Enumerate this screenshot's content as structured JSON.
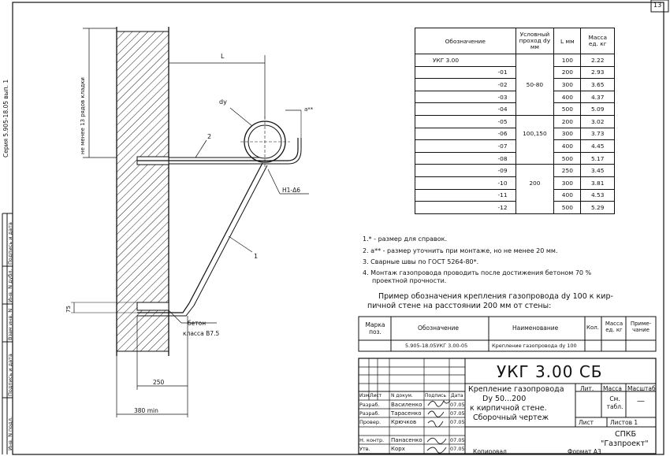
{
  "page_number": "13",
  "series_side": "Серия 5.905-18.05 вып. 1",
  "stamp_side": [
    "Инв. N подл.",
    "Подпись и дата",
    "Взам инв. N",
    "Инв. N дубл.",
    "Подпись и дата"
  ],
  "drawing": {
    "dim_L": "L",
    "dim_dy": "dy",
    "dim_a": "а**",
    "rows_note": "не менее 13 рядов кладки",
    "pos2": "2",
    "pos1": "1",
    "weld": "Н1-Δ6",
    "dim_75": "75",
    "dim_250": "250",
    "dim_380": "380 min",
    "concrete_1": "бетон",
    "concrete_2": "класса В7.5"
  },
  "spec_table": {
    "headers": [
      "Обозначение",
      "Условный проход dу мм",
      "L мм",
      "Масса ед. кг"
    ],
    "rows": [
      {
        "des": "УКГ 3.00",
        "du": "",
        "L": "100",
        "m": "2.22"
      },
      {
        "des": "-01",
        "du": "",
        "L": "200",
        "m": "2.93"
      },
      {
        "des": "-02",
        "du": "50-80",
        "L": "300",
        "m": "3.65"
      },
      {
        "des": "-03",
        "du": "",
        "L": "400",
        "m": "4.37"
      },
      {
        "des": "-04",
        "du": "",
        "L": "500",
        "m": "5.09"
      },
      {
        "des": "-05",
        "du": "",
        "L": "200",
        "m": "3.02"
      },
      {
        "des": "-06",
        "du": "100,150",
        "L": "300",
        "m": "3.73"
      },
      {
        "des": "-07",
        "du": "",
        "L": "400",
        "m": "4.45"
      },
      {
        "des": "-08",
        "du": "",
        "L": "500",
        "m": "5.17"
      },
      {
        "des": "-09",
        "du": "",
        "L": "250",
        "m": "3.45"
      },
      {
        "des": "-10",
        "du": "200",
        "L": "300",
        "m": "3.81"
      },
      {
        "des": "-11",
        "du": "",
        "L": "400",
        "m": "4.53"
      },
      {
        "des": "-12",
        "du": "",
        "L": "500",
        "m": "5.29"
      }
    ]
  },
  "notes": [
    "1.* - размер для справок.",
    "2. а** - размер уточнить при монтаже, но не менее 20 мм.",
    "3. Сварные швы по ГОСТ 5264-80*.",
    "4. Монтаж газопровода проводить после достижения бетоном 70 %",
    "проектной прочности."
  ],
  "example": [
    "Пример обозначения крепления газопровода dy 100 к кир-",
    "пичной стене на расстоянии 200 мм от стены:"
  ],
  "example_table": {
    "headers": [
      "Марка поз.",
      "Обозначение",
      "Наименование",
      "Кол.",
      "Масса ед. кг",
      "Приме- чание"
    ],
    "row": [
      "",
      "5.905-18.05УКГ 3.00-05",
      "Крепление газопровода dy 100",
      "",
      "",
      ""
    ]
  },
  "title_block": {
    "code": "УКГ 3.00 СБ",
    "title": [
      "Крепление газопровода",
      "Dу 50...200",
      "к кирпичной стене.",
      "Сборочный чертеж"
    ],
    "col_heads": [
      "Лит.",
      "Масса",
      "Масштаб"
    ],
    "mass": "См. табл.",
    "scale": "—",
    "sheet": "Лист",
    "sheets": "Листов 1",
    "org": [
      "СПКБ",
      "\"Газпроект\""
    ],
    "sign_heads": [
      "Изм.",
      "Лист",
      "N докум.",
      "Подпись",
      "Дата"
    ],
    "people": [
      {
        "role": "Разраб.",
        "name": "Василенко",
        "date": "07.05"
      },
      {
        "role": "Разраб.",
        "name": "Тарасенко",
        "date": "07.05"
      },
      {
        "role": "Провер.",
        "name": "Крючков",
        "date": "07.05"
      },
      {
        "role": "Н. контр.",
        "name": "Панасенко",
        "date": "07.05"
      },
      {
        "role": "Утв.",
        "name": "Корх",
        "date": "07.05"
      }
    ]
  },
  "copied": "Копировал",
  "format": "Формат А3"
}
